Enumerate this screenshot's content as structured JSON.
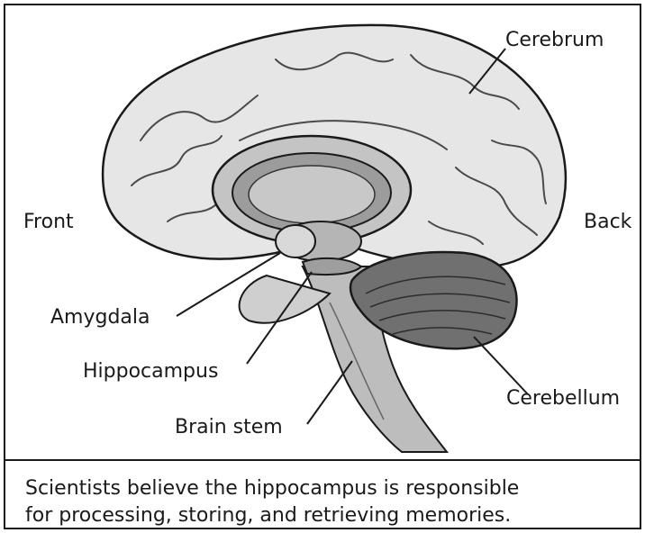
{
  "labels": {
    "cerebrum": "Cerebrum",
    "front": "Front",
    "back": "Back",
    "amygdala": "Amygdala",
    "hippocampus": "Hippocampus",
    "cerebellum": "Cerebellum",
    "brain_stem": "Brain stem"
  },
  "caption": {
    "line1": "Scientists believe the hippocampus is responsible",
    "line2": "for processing, storing, and retrieving memories."
  },
  "colors": {
    "outline": "#1a1a1a",
    "cortex": "#e6e6e6",
    "corpus": "#c4c4c4",
    "deep": "#9c9c9c",
    "cerebellum": "#707070",
    "stem": "#bdbdbd"
  }
}
